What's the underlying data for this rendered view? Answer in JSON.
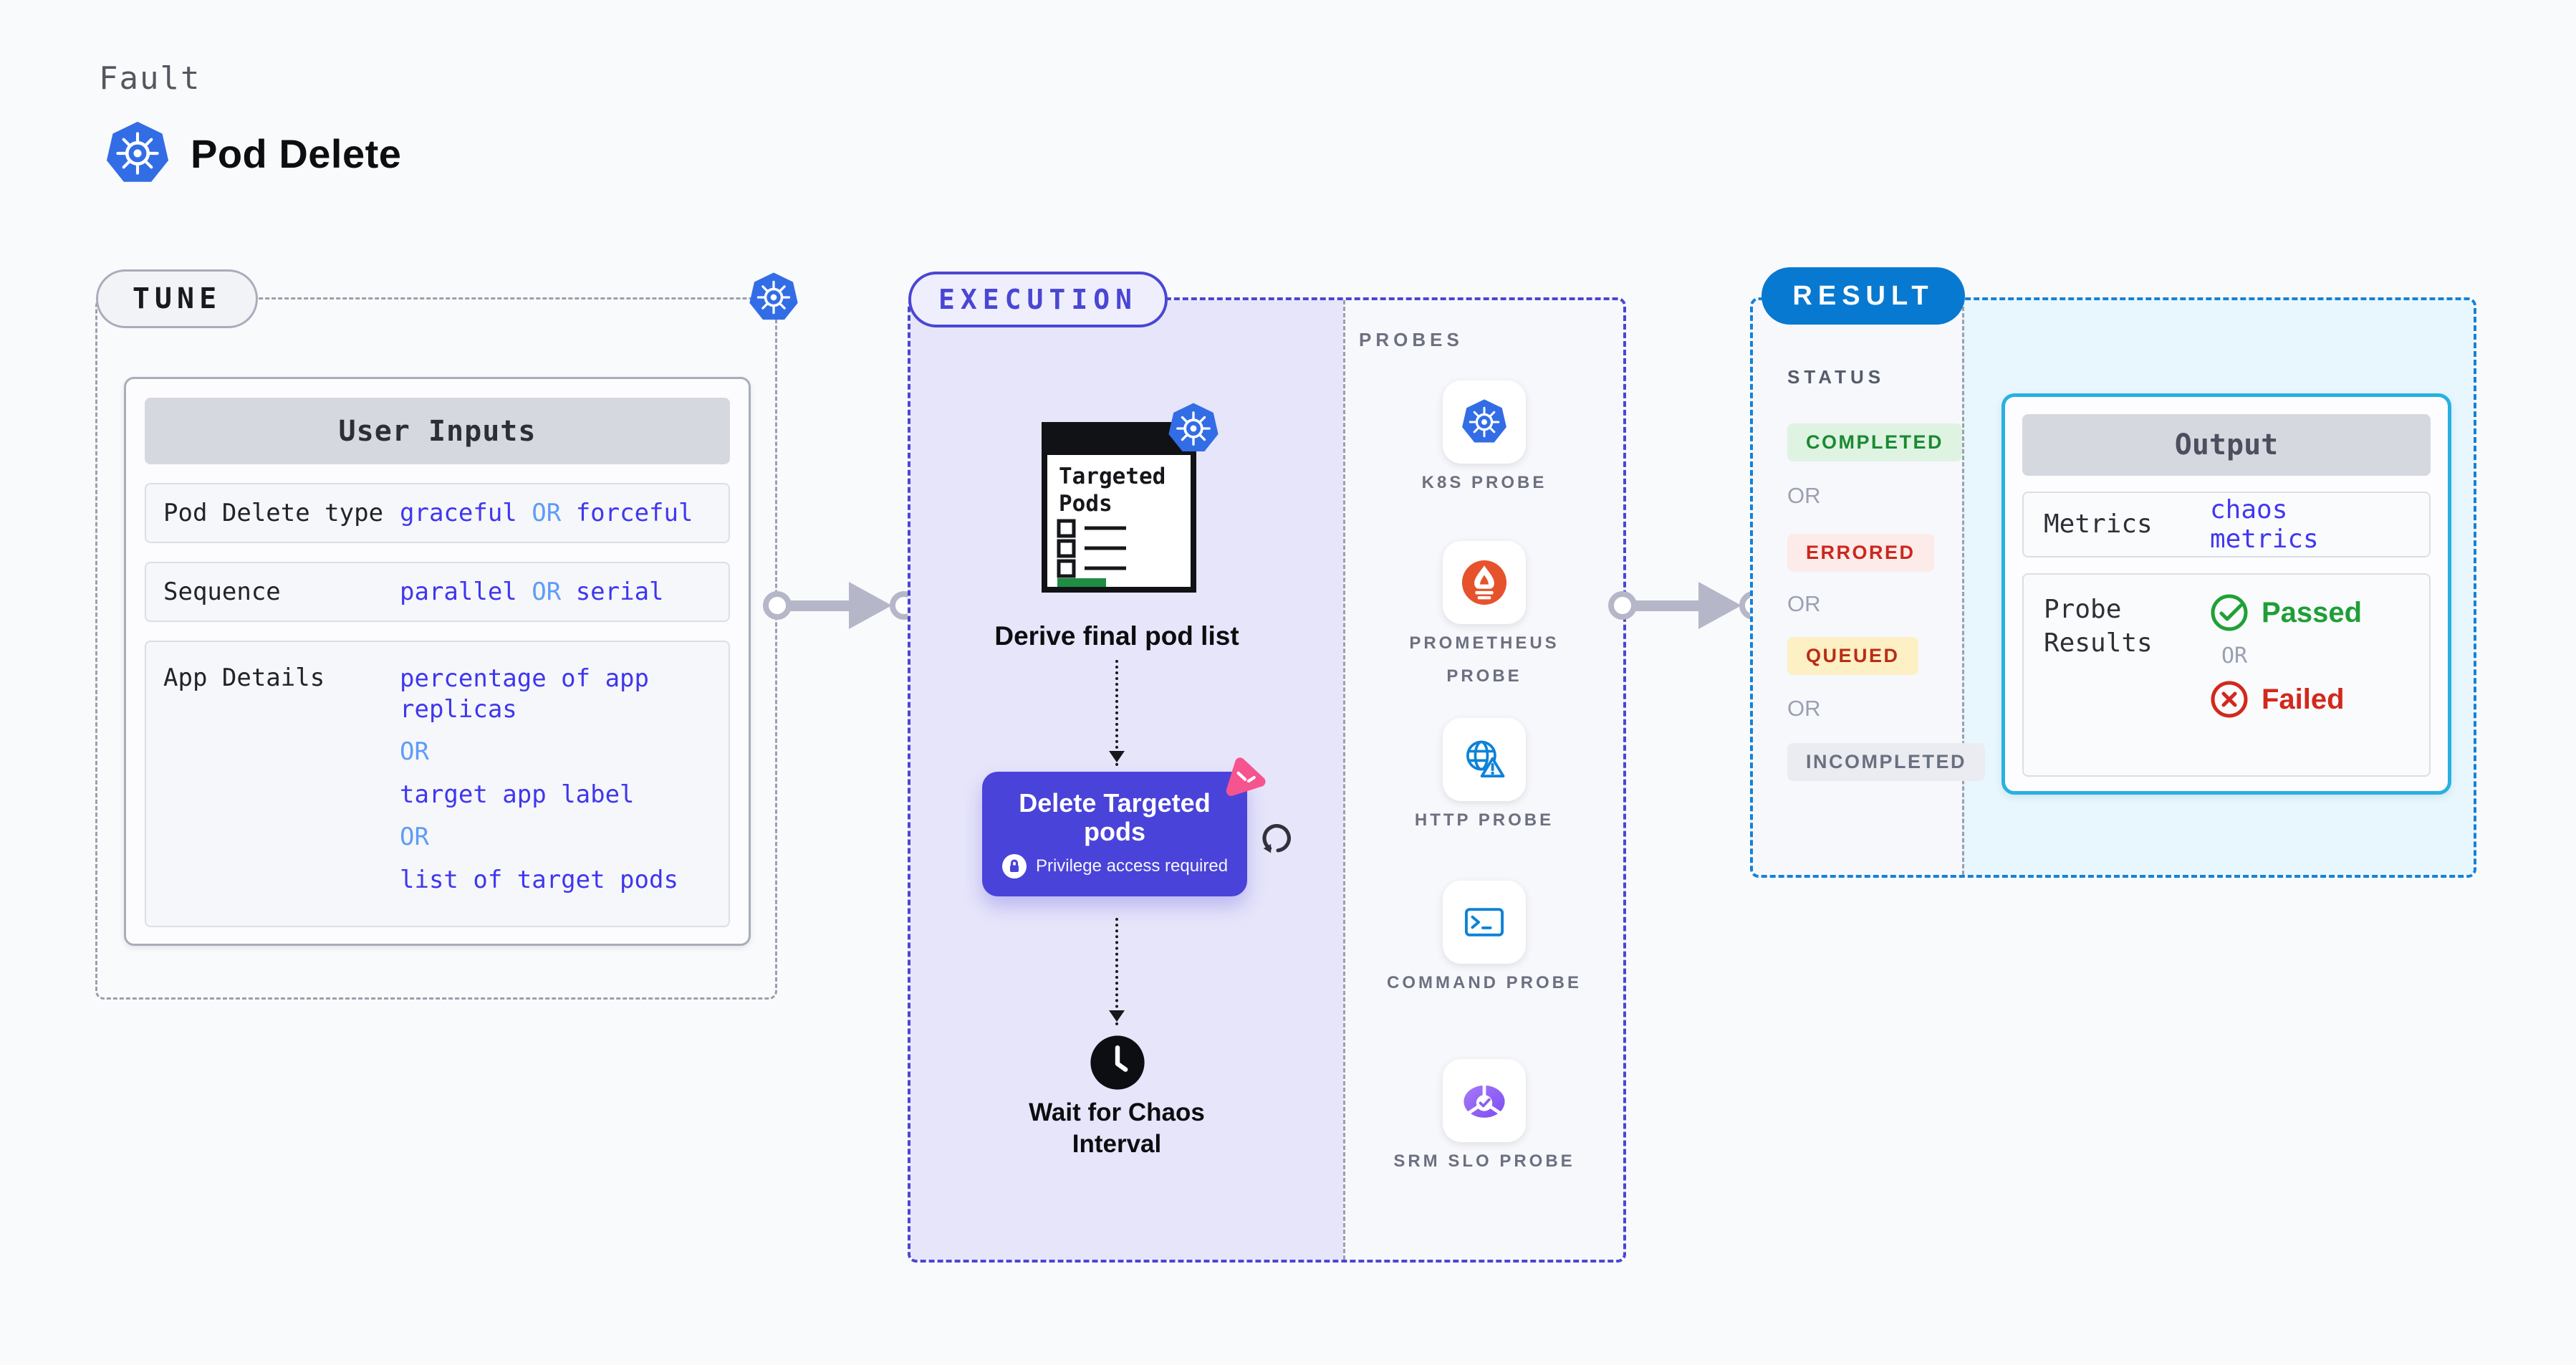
{
  "header": {
    "kicker": "Fault",
    "title": "Pod Delete",
    "icon": "kubernetes-icon"
  },
  "tune": {
    "label": "TUNE",
    "card_title": "User Inputs",
    "or_separator": "OR",
    "rows": [
      {
        "label": "Pod Delete type",
        "options": [
          "graceful",
          "forceful"
        ]
      },
      {
        "label": "Sequence",
        "options": [
          "parallel",
          "serial"
        ]
      },
      {
        "label": "App Details",
        "options": [
          "percentage of app replicas",
          "target app label",
          "list of target pods"
        ]
      }
    ]
  },
  "execution": {
    "label": "EXECUTION",
    "flow": {
      "pod_list_graphic_lines": [
        "Targeted",
        "Pods"
      ],
      "step_derive": "Derive final pod list",
      "step_delete": "Delete Targeted pods",
      "privilege_note": "Privilege access required",
      "step_wait": "Wait for Chaos Interval"
    },
    "probes": {
      "heading": "PROBES",
      "items": [
        {
          "label": "K8S PROBE",
          "icon": "kubernetes-icon"
        },
        {
          "label": "PROMETHEUS PROBE",
          "icon": "prometheus-icon"
        },
        {
          "label": "HTTP PROBE",
          "icon": "globe-alert-icon"
        },
        {
          "label": "COMMAND PROBE",
          "icon": "terminal-icon"
        },
        {
          "label": "SRM SLO PROBE",
          "icon": "slo-gauge-icon"
        }
      ]
    }
  },
  "result": {
    "label": "RESULT",
    "status": {
      "heading": "STATUS",
      "separator": "OR",
      "badges": [
        {
          "label": "COMPLETED",
          "color": "#1a8a32",
          "bg": "#dff3e3"
        },
        {
          "label": "ERRORED",
          "color": "#cb271e",
          "bg": "#fcebe9"
        },
        {
          "label": "QUEUED",
          "color": "#b92d17",
          "bg": "#fdf0c4"
        },
        {
          "label": "INCOMPLETED",
          "color": "#6b7080",
          "bg": "#eaecf1"
        }
      ]
    },
    "output": {
      "title": "Output",
      "metrics_label": "Metrics",
      "metrics_value": "chaos metrics",
      "probe_results_label": "Probe Results",
      "passed": "Passed",
      "or": "OR",
      "failed": "Failed"
    }
  },
  "colors": {
    "kubernetes_blue": "#326de6",
    "execution_indigo": "#4a46d4",
    "button_indigo": "#4a43d9",
    "result_blue": "#0879d1",
    "output_border_cyan": "#29b0e2",
    "value_blue": "#3f37ee",
    "or_blue": "#5f9cf6",
    "prometheus_orange": "#e6522c",
    "probe_icon_blue": "#0e82d8",
    "srm_purple": "#8b5cf6",
    "chaos_pink": "#f6548e",
    "passed_green": "#1f9e38",
    "failed_red": "#d3281d",
    "arrow_gray": "#b5b7c8",
    "background": "#f9fafc"
  }
}
